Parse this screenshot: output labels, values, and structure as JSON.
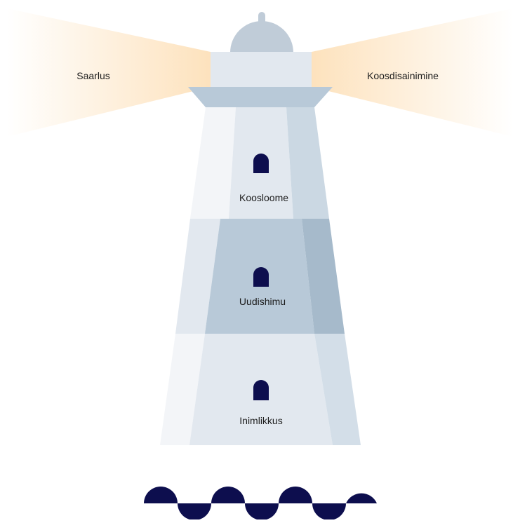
{
  "beams": {
    "left_label": "Saarlus",
    "right_label": "Koosdisainimine"
  },
  "tower": {
    "levels": [
      {
        "label": "Koosloome"
      },
      {
        "label": "Uudishimu"
      },
      {
        "label": "Inimlikkus"
      }
    ]
  },
  "colors": {
    "beam": "#fde2bd",
    "dome": "#c0ccd8",
    "lantern": "#e2e8ef",
    "tower_light": "#e2e8ef",
    "tower_mid": "#b8c9d8",
    "tower_dark": "#a6bacb",
    "tower_highlight": "#f3f5f8",
    "window": "#0d0e4e",
    "waves": "#0d0e4e"
  }
}
